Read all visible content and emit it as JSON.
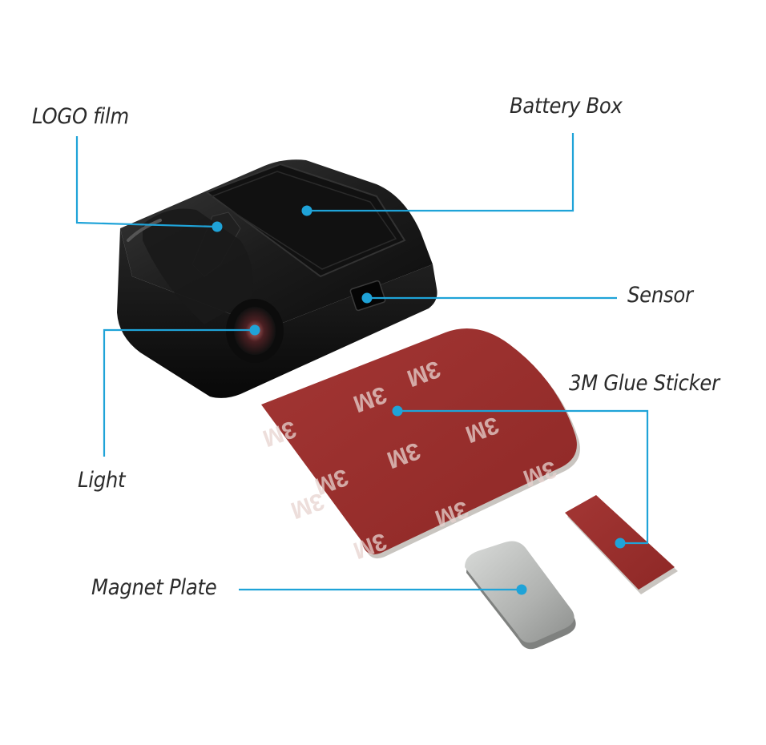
{
  "labels": {
    "logo_film": "LOGO film",
    "battery_box": "Battery Box",
    "sensor": "Sensor",
    "glue_sticker": "3M Glue Sticker",
    "light": "Light",
    "magnet_plate": "Magnet Plate"
  },
  "sticker_print": "3M",
  "colors": {
    "leader_line": "#1fa3d8",
    "projector_body": "#141414",
    "sticker_red": "#9b2c2b",
    "magnet_silver": "#b4b6b4"
  }
}
